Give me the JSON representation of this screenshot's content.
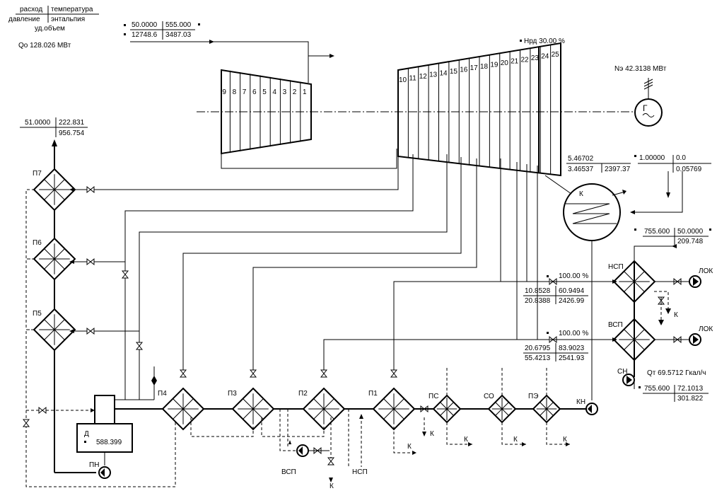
{
  "legend": {
    "flow": "расход",
    "temperature": "температура",
    "pressure": "давление",
    "enthalpy": "энтальпия",
    "specific_volume": "уд.объем",
    "heat_input": "Qo 128.026 МВт"
  },
  "live_steam": {
    "flow": "50.0000",
    "temperature": "555.000",
    "pressure": "12748.6",
    "enthalpy": "3487.03"
  },
  "hp_stages": [
    "1",
    "2",
    "3",
    "4",
    "5",
    "6",
    "7",
    "8",
    "9"
  ],
  "lp_stages": [
    "10",
    "11",
    "12",
    "13",
    "14",
    "15",
    "16",
    "17",
    "18",
    "19",
    "20",
    "21",
    "22",
    "23",
    "24",
    "25"
  ],
  "regulating_diaphragm": "Нрд 30.00 %",
  "generator": {
    "power": "Nэ 42.3138 МВт",
    "symbol": "Г",
    "icon": "generator-symbol"
  },
  "p7_outlet": {
    "pressure": "51.0000",
    "temperature": "222.831",
    "enthalpy": "956.754"
  },
  "exhaust": {
    "flow": "5.46702",
    "pressure": "3.46537",
    "enthalpy": "2397.37"
  },
  "cooling_water": {
    "flow": "1.00000",
    "temperature": "0.0",
    "value": "0.05769"
  },
  "condenser": {
    "label": "К"
  },
  "network_water": {
    "flow": "755.600",
    "temperature": "50.0000",
    "value": "209.748"
  },
  "heaters_hp": [
    {
      "label": "П7",
      "icon": "heater-diamond-icon"
    },
    {
      "label": "П6",
      "icon": "heater-diamond-icon"
    },
    {
      "label": "П5",
      "icon": "heater-diamond-icon"
    }
  ],
  "heaters_lp": [
    {
      "label": "П4",
      "icon": "heater-diamond-icon"
    },
    {
      "label": "П3",
      "icon": "heater-diamond-icon"
    },
    {
      "label": "П2",
      "icon": "heater-diamond-icon"
    },
    {
      "label": "П1",
      "icon": "heater-diamond-icon"
    },
    {
      "label": "ПС",
      "icon": "heater-diamond-icon"
    },
    {
      "label": "СО",
      "icon": "heater-diamond-icon"
    },
    {
      "label": "ПЭ",
      "icon": "heater-diamond-icon"
    }
  ],
  "network_heaters": {
    "upper": {
      "label": "НСП",
      "valve": "100.00 %",
      "t1": "10.8528",
      "t2": "60.9494",
      "t3": "20.8388",
      "t4": "2426.99",
      "consumer": "ЛОК"
    },
    "lower": {
      "label": "ВСП",
      "valve": "100.00 %",
      "t1": "20.6795",
      "t2": "83.9023",
      "t3": "55.4213",
      "t4": "2541.93",
      "consumer": "ЛОК"
    }
  },
  "deaerator": {
    "label": "Д",
    "value": "588.399"
  },
  "pumps": {
    "feed": "ПН",
    "condensate": "КН",
    "network": "СН",
    "drain_upper": "ВСП",
    "drain_lower": "НСП"
  },
  "heat_output": {
    "title": "Qт 69.5712 Гкал/ч",
    "flow": "755.600",
    "temperature": "72.1013",
    "value": "301.822"
  },
  "to_condenser": "К",
  "colors": {
    "line": "#000000",
    "background": "#ffffff"
  }
}
